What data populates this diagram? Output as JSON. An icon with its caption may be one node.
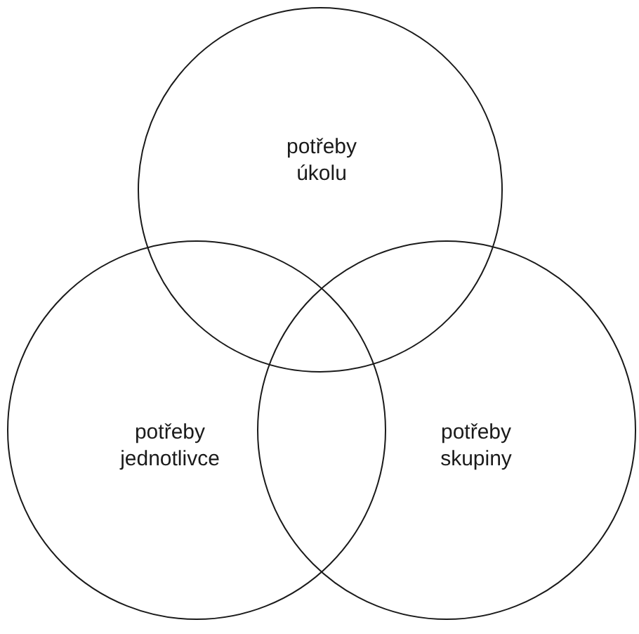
{
  "diagram": {
    "nodes": [
      {
        "text": [
          "potřeby úkolu"
        ]
      },
      {
        "text": [
          "potřeby jednotlivce"
        ]
      },
      {
        "text": [
          "potřeby skupiny"
        ]
      }
    ]
  }
}
